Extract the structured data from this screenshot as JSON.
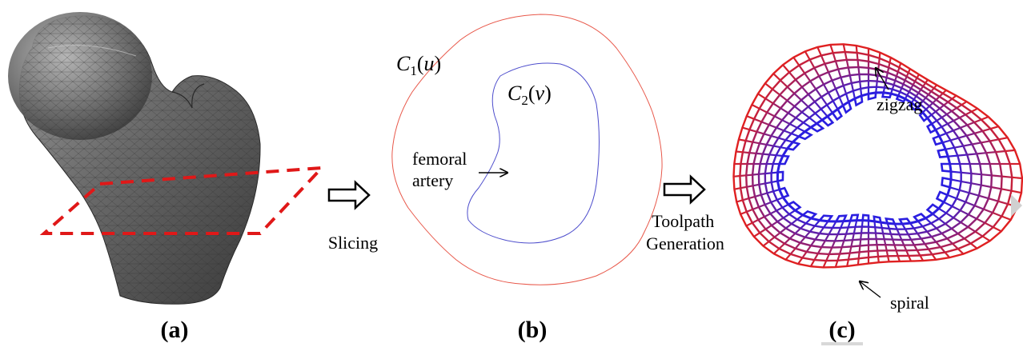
{
  "panels": {
    "a": {
      "caption": "(a)"
    },
    "b": {
      "caption": "(b)",
      "curve_outer": {
        "name": "C",
        "index": "1",
        "param": "(u)",
        "color": "#e8584a"
      },
      "curve_inner": {
        "name": "C",
        "index": "2",
        "param": "(v)",
        "color": "#4d4dcc"
      },
      "annotation": [
        "femoral",
        "artery"
      ]
    },
    "c": {
      "caption": "(c)",
      "labels": {
        "inner": "zigzag",
        "outer": "spiral"
      },
      "colors": {
        "outer": "#e02020",
        "inner": "#2a1ee0"
      }
    }
  },
  "steps": [
    {
      "label_lines": [
        "Slicing"
      ]
    },
    {
      "label_lines": [
        "Toolpath",
        "Generation"
      ]
    }
  ],
  "colors": {
    "slice_plane": "#e01818",
    "mesh": "#555555"
  },
  "icons": {
    "step_arrow": "hollow-right-arrow-icon",
    "next": "chevron-right-icon"
  }
}
